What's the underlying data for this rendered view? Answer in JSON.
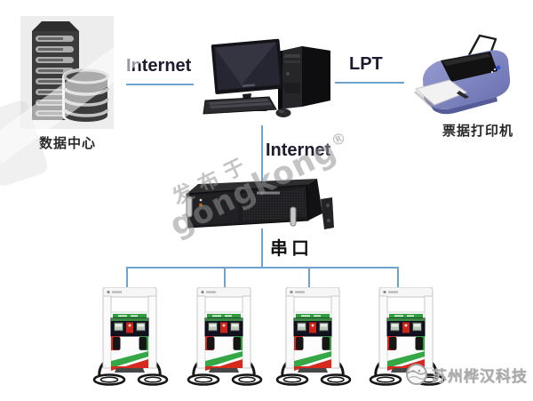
{
  "labels": {
    "internet_top": "Internet",
    "lpt": "LPT",
    "internet_middle": "Internet",
    "serial_port": "串口",
    "data_center": "数据中心",
    "receipt_printer": "票据打印机"
  },
  "watermark": {
    "prefix": "发布于",
    "brand": "gongkong",
    "registered": "®"
  },
  "footer_logo": {
    "company": "苏州桦汉科技"
  },
  "devices": [
    {
      "id": "data-center-server",
      "type": "server-database-icon",
      "label": "数据中心"
    },
    {
      "id": "workstation-pc",
      "type": "desktop-computer-icon",
      "label": ""
    },
    {
      "id": "receipt-printer",
      "type": "printer-icon",
      "label": "票据打印机"
    },
    {
      "id": "comm-controller",
      "type": "rackmount-server-icon",
      "label": ""
    },
    {
      "id": "fuel-dispenser-1",
      "type": "fuel-dispenser-icon",
      "label": ""
    },
    {
      "id": "fuel-dispenser-2",
      "type": "fuel-dispenser-icon",
      "label": ""
    },
    {
      "id": "fuel-dispenser-3",
      "type": "fuel-dispenser-icon",
      "label": ""
    },
    {
      "id": "fuel-dispenser-4",
      "type": "fuel-dispenser-icon",
      "label": ""
    }
  ],
  "connections": [
    {
      "from": "data-center-server",
      "to": "workstation-pc",
      "label": "Internet"
    },
    {
      "from": "workstation-pc",
      "to": "receipt-printer",
      "label": "LPT"
    },
    {
      "from": "workstation-pc",
      "to": "comm-controller",
      "label": "Internet"
    },
    {
      "from": "comm-controller",
      "to": "fuel-dispensers",
      "label": "串口"
    }
  ],
  "colors": {
    "connector_line": "#6fa3cf",
    "label_text": "#1c1c2e",
    "watermark_gray": "#949494",
    "dispenser_red": "#d8291e",
    "dispenser_green": "#2f9e3f",
    "printer_body": "#8187c6",
    "device_dark": "#3b3b3b"
  }
}
